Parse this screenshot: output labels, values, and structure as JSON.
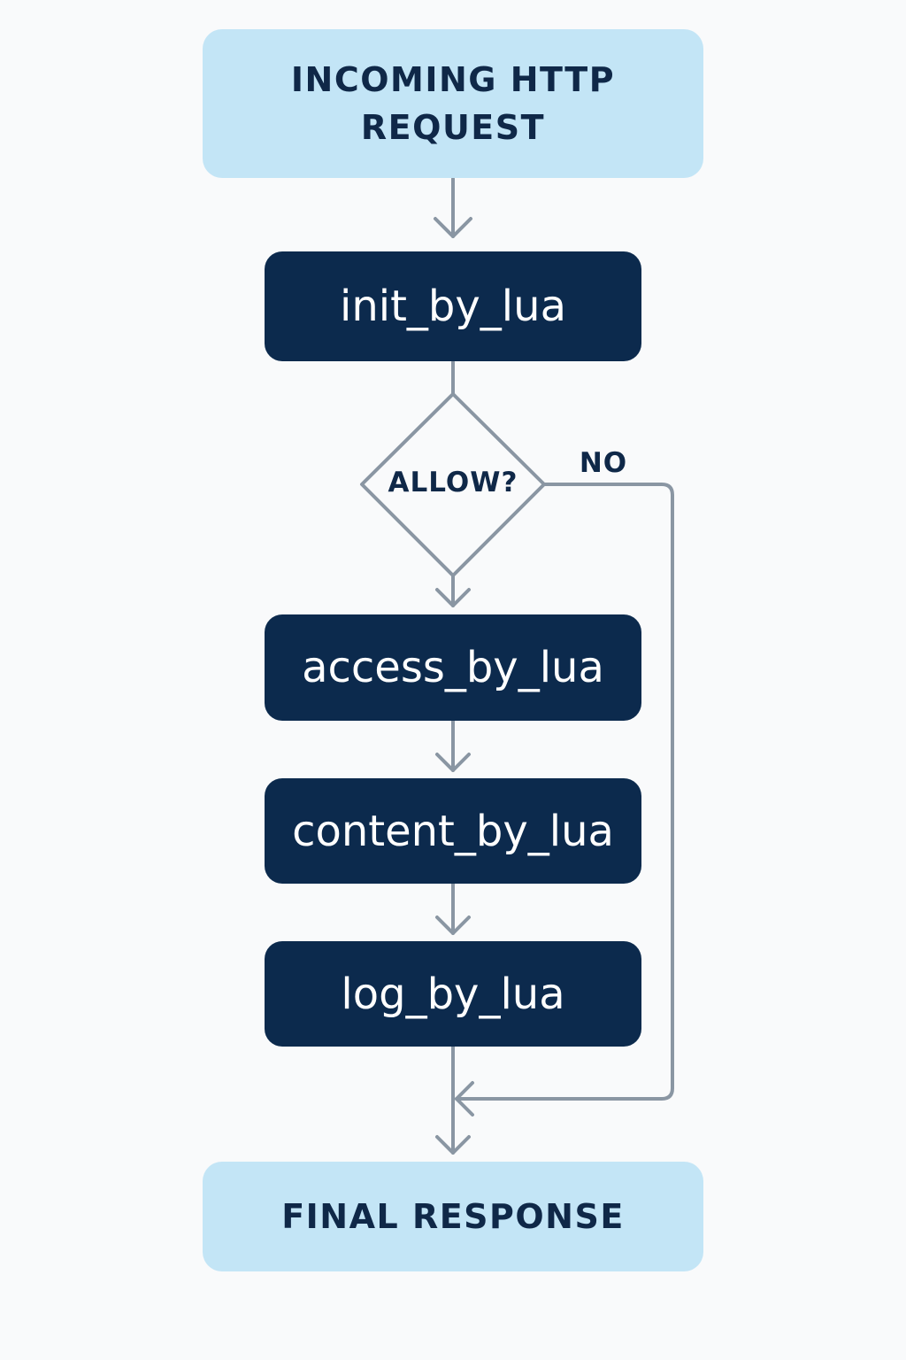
{
  "diagram": {
    "start": {
      "line1": "INCOMING HTTP",
      "line2": "REQUEST"
    },
    "steps": {
      "init": "init_by_lua",
      "access": "access_by_lua",
      "content": "content_by_lua",
      "log": "log_by_lua"
    },
    "decision": {
      "label": "ALLOW?",
      "no_branch": "NO"
    },
    "end": {
      "label": "FINAL RESPONSE"
    }
  },
  "colors": {
    "terminal_fill": "#c3e5f6",
    "terminal_text": "#0f2848",
    "process_fill": "#0c2a4d",
    "process_text": "#ffffff",
    "connector": "#8a96a3",
    "background": "#f9fafb"
  }
}
